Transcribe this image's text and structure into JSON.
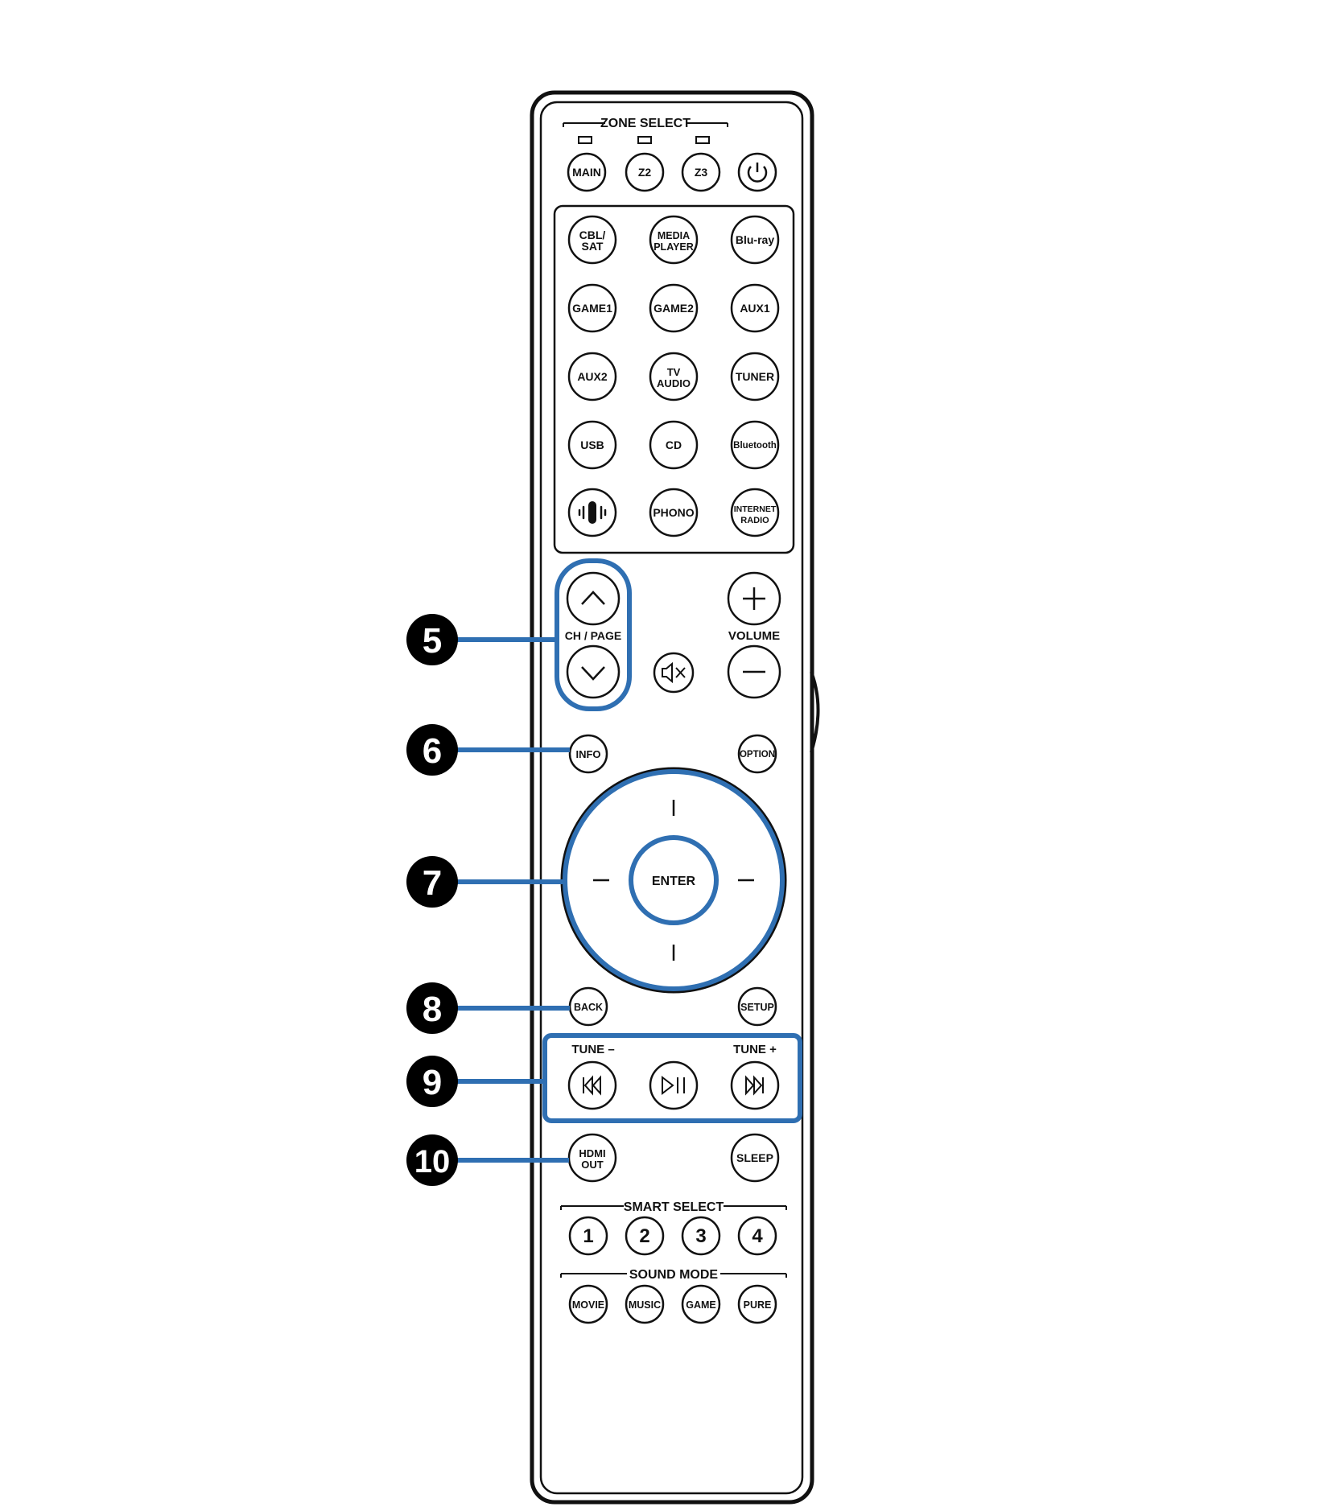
{
  "colors": {
    "callout_blue": "#2f6fb2",
    "remote_outline": "#111111"
  },
  "zone_select": {
    "title": "ZONE SELECT",
    "buttons": {
      "main": "MAIN",
      "z2": "Z2",
      "z3": "Z3"
    },
    "power_icon": "power-icon"
  },
  "inputs": {
    "cbl_sat": [
      "CBL/",
      "SAT"
    ],
    "media_player": [
      "MEDIA",
      "PLAYER"
    ],
    "bluray": "Blu-ray",
    "game1": "GAME1",
    "game2": "GAME2",
    "aux1": "AUX1",
    "aux2": "AUX2",
    "tv_audio": [
      "TV",
      "AUDIO"
    ],
    "tuner": "TUNER",
    "usb": "USB",
    "cd": "CD",
    "bluetooth": "Bluetooth",
    "heos_icon": "heos-icon",
    "phono": "PHONO",
    "internet_radio": [
      "INTERNET",
      "RADIO"
    ]
  },
  "controls": {
    "ch_page": "CH / PAGE",
    "volume": "VOLUME",
    "mute_icon": "mute-icon",
    "info": "INFO",
    "option": "OPTION",
    "enter": "ENTER",
    "back": "BACK",
    "setup": "SETUP",
    "tune_minus": "TUNE –",
    "tune_plus": "TUNE +",
    "hdmi_out": [
      "HDMI",
      "OUT"
    ],
    "sleep": "SLEEP"
  },
  "smart_select": {
    "title": "SMART SELECT",
    "buttons": [
      "1",
      "2",
      "3",
      "4"
    ]
  },
  "sound_mode": {
    "title": "SOUND MODE",
    "buttons": [
      "MOVIE",
      "MUSIC",
      "GAME",
      "PURE"
    ]
  },
  "callouts": [
    "5",
    "6",
    "7",
    "8",
    "9",
    "10"
  ]
}
